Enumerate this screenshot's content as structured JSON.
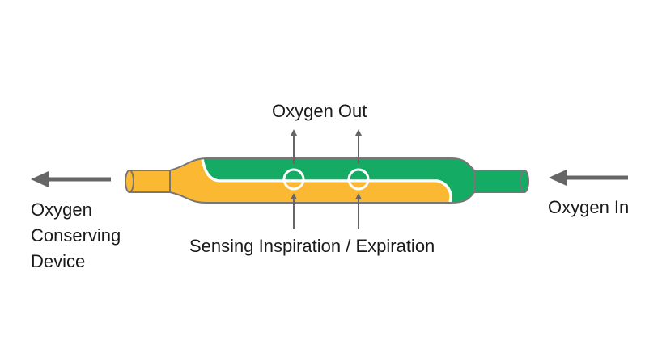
{
  "labels": {
    "oxygen_out": "Oxygen Out",
    "oxygen_in": "Oxygen In",
    "sensing": "Sensing Inspiration / Expiration",
    "device_lines": [
      "Oxygen",
      "Conserving",
      "Device"
    ]
  },
  "colors": {
    "oxygen_green": "#14ac64",
    "tube_orange": "#fbb933",
    "outline": "#777777",
    "arrow": "#666666",
    "sensor_ring": "#ffffff"
  },
  "icons": [
    "arrow-left-icon",
    "arrow-left-icon",
    "arrow-up-icon",
    "arrow-up-icon",
    "sensor-ring-icon",
    "sensor-ring-icon"
  ]
}
